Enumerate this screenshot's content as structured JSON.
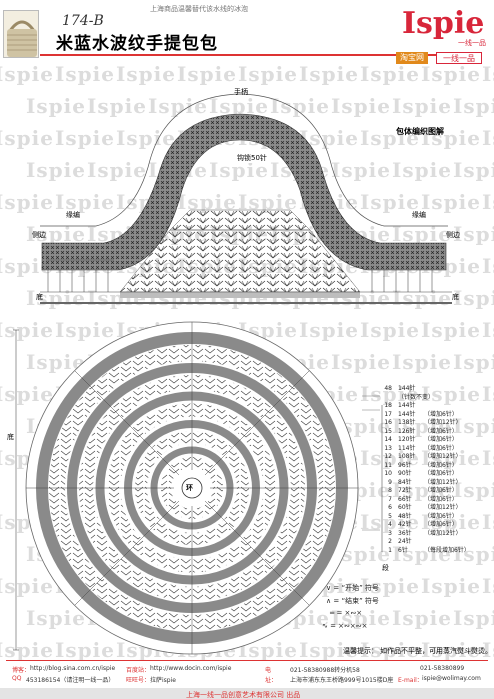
{
  "header": {
    "note": "上海商品温馨替代该水线的冰泡",
    "code": "174-B",
    "title": "米蓝水波纹手提包包"
  },
  "brand": {
    "name": "Ispie",
    "sub": "一线一品",
    "pill1": "淘宝网",
    "pill2": "一线一品",
    "color": "#d8263a"
  },
  "watermark": "Ispie",
  "body_diagram": {
    "handle_label": "手柄",
    "handle_stitch": "钩锁50针",
    "section_title": "包体编织图解",
    "edge_left": "缘编",
    "edge_right": "缘编",
    "side_left": "侧边",
    "side_right": "侧边",
    "side_mark_left": "↓",
    "side_mark_right": "↓",
    "base_mark_left": "底",
    "base_mark_right": "底"
  },
  "base_diagram": {
    "center_label": "环",
    "side_label": "底",
    "rows": [
      {
        "row": "48",
        "count": "144针",
        "note": ""
      },
      {
        "row": "",
        "count": "",
        "note": "（针数不变）"
      },
      {
        "row": "18",
        "count": "144针",
        "note": ""
      },
      {
        "row": "17",
        "count": "144针",
        "note": "（增加6针）"
      },
      {
        "row": "16",
        "count": "138针",
        "note": "（增加12针）"
      },
      {
        "row": "15",
        "count": "126针",
        "note": "（增加6针）"
      },
      {
        "row": "14",
        "count": "120针",
        "note": "（增加6针）"
      },
      {
        "row": "13",
        "count": "114针",
        "note": "（增加6针）"
      },
      {
        "row": "12",
        "count": "108针",
        "note": "（增加12针）"
      },
      {
        "row": "11",
        "count": "96针",
        "note": "（增加6针）"
      },
      {
        "row": "10",
        "count": "90针",
        "note": "（增加6针）"
      },
      {
        "row": "9",
        "count": "84针",
        "note": "（增加12针）"
      },
      {
        "row": "8",
        "count": "72针",
        "note": "（增加6针）"
      },
      {
        "row": "7",
        "count": "66针",
        "note": "（增加6针）"
      },
      {
        "row": "6",
        "count": "60针",
        "note": "（增加12针）"
      },
      {
        "row": "5",
        "count": "48针",
        "note": "（增加6针）"
      },
      {
        "row": "4",
        "count": "42针",
        "note": "（增加6针）"
      },
      {
        "row": "3",
        "count": "36针",
        "note": "（增加12针）"
      },
      {
        "row": "2",
        "count": "24针",
        "note": ""
      },
      {
        "row": "1",
        "count": "6针",
        "note": "（每段增加6针）"
      }
    ],
    "row_axis": "段"
  },
  "legend": {
    "start": "∨ = “开始” 符号",
    "end": "∧ = “结束” 符号",
    "sym1": "═ = ×∾×",
    "sym2": "∿ = ×∾×∾×"
  },
  "reminder": {
    "title": "温馨提示：",
    "text": "如作品不平整，可用蒸汽熨斗熨烫。"
  },
  "footer": {
    "blog_label": "博客：",
    "blog": "http://blog.sina.com.cn/ispie",
    "doc_label": "百度站：",
    "doc": "http://www.docin.com/ispie",
    "tel_label": "电",
    "tel1": "021-58380988转分机58",
    "tel2": "021-58380899",
    "qq_label": "QQ",
    "qq": "453186154（请注明一线一品）",
    "wb_label": "旺旺号：",
    "wb": "拉萨ispie",
    "addr_label": "址：",
    "addr": "上海市浦东东王桥路999号1015楼D座",
    "email_label": "E-mail：",
    "email": "ispie@wolimay.com",
    "publisher": "上海一线一品创意艺术有限公司 出品"
  }
}
